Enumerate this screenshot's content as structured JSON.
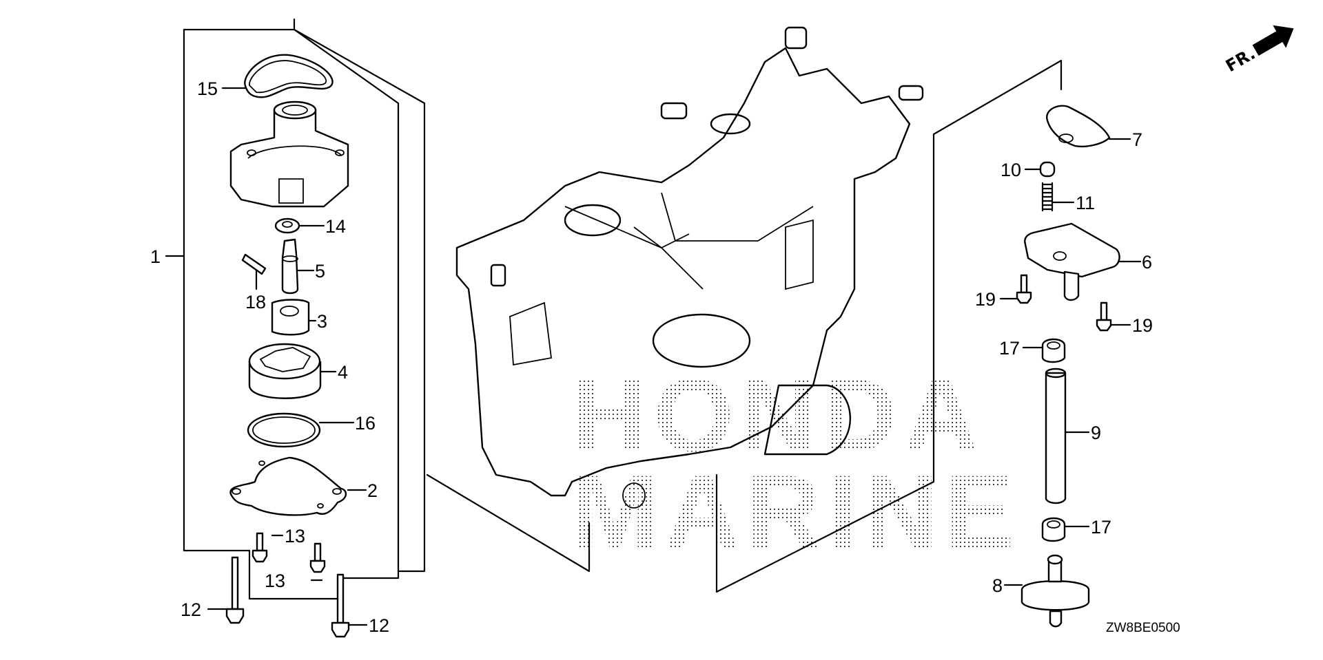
{
  "diagram": {
    "title_code": "ZW8BE0500",
    "direction_indicator": {
      "text": "FR.",
      "icon": "arrow-up-right-icon"
    },
    "watermark": [
      "HONDA",
      "MARINE"
    ],
    "callouts": [
      {
        "id": "1",
        "label": "1"
      },
      {
        "id": "2",
        "label": "2"
      },
      {
        "id": "3",
        "label": "3"
      },
      {
        "id": "4",
        "label": "4"
      },
      {
        "id": "5",
        "label": "5"
      },
      {
        "id": "6",
        "label": "6"
      },
      {
        "id": "7",
        "label": "7"
      },
      {
        "id": "8",
        "label": "8"
      },
      {
        "id": "9",
        "label": "9"
      },
      {
        "id": "10",
        "label": "10"
      },
      {
        "id": "11",
        "label": "11"
      },
      {
        "id": "12a",
        "label": "12"
      },
      {
        "id": "12b",
        "label": "12"
      },
      {
        "id": "13a",
        "label": "13"
      },
      {
        "id": "13b",
        "label": "13"
      },
      {
        "id": "14",
        "label": "14"
      },
      {
        "id": "15",
        "label": "15"
      },
      {
        "id": "16",
        "label": "16"
      },
      {
        "id": "17a",
        "label": "17"
      },
      {
        "id": "17b",
        "label": "17"
      },
      {
        "id": "18",
        "label": "18"
      },
      {
        "id": "19a",
        "label": "19"
      },
      {
        "id": "19b",
        "label": "19"
      }
    ]
  }
}
